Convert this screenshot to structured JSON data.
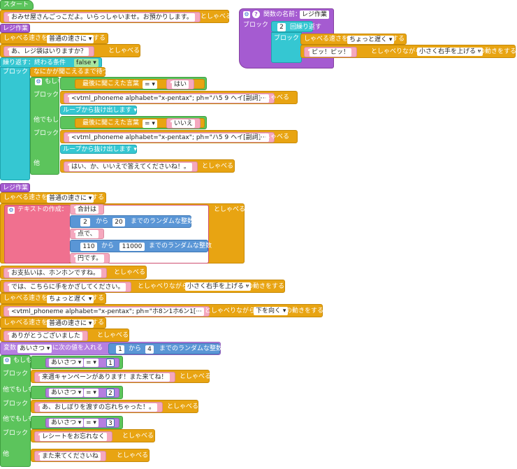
{
  "start": "スタート",
  "greet1": "おみせ屋さんごっこだよ。いらっしゃいませ。お預かりします。",
  "say": "としゃべる",
  "reji": "レジ作業",
  "speed_label": "しゃべる速さを",
  "speed_normal": "普通の速さに",
  "speed_slow": "ちょっと遅く",
  "suru": "する",
  "bag": "あ、レジ袋はいりますか？",
  "repeat_until": "繰り返す：終わる条件",
  "false": "false",
  "block": "ブロック",
  "wait_hear": "なにかが聞こえるまで待つ",
  "if": "もしも",
  "elseif": "他でもしも",
  "else": "他",
  "last_heard": "最後に聞こえた言葉",
  "eq": "=",
  "yes": "はい",
  "no": "いいえ",
  "phoneme": "<vtml_phoneme alphabet=\"x-pentax\"; ph=\"ハ5 9 ヘイ[副詞]···",
  "break_loop": "ループから抜け出します",
  "please_answer": "はい、か、いいえで答えてくださいね！。",
  "text_create": "テキストの作成：",
  "total": "合計は",
  "from": "から",
  "random_num": "までのランダムな整数",
  "n2": "2",
  "n20": "20",
  "points": "点で、",
  "n110": "110",
  "n11000": "11000",
  "yen": "円です。",
  "payment": "お支払いは、ホンホンですね。",
  "hand": "では、こちらに手をかざしてください。",
  "say_move": "としゃべりながら",
  "raise_hand": "小さく右手を上げる",
  "do_move": "の動きをする",
  "phoneme2": "<vtml_phoneme alphabet=\"x-pentax\"; ph=\"ホ8ン1ホ6ン1[···",
  "look_down": "下を向く",
  "thanks": "ありがとうございました",
  "var_label": "変数",
  "var_name": "あいさつ",
  "put_value": "に次の値を入れる",
  "n1": "1",
  "n4": "4",
  "campaign": "来週キャンペーンがあります！また来てね！",
  "n3": "3",
  "oshibori": "あ、おしぼりを渡すの忘れちゃった！。",
  "receipt": "レシートをお忘れなく",
  "come_again": "また来てくださいね",
  "func_name_label": "関数の名前：",
  "func_name": "レジ作業",
  "n2b": "2",
  "repeat_times": "回繰り返す",
  "beep": "ピッ！ピッ！"
}
